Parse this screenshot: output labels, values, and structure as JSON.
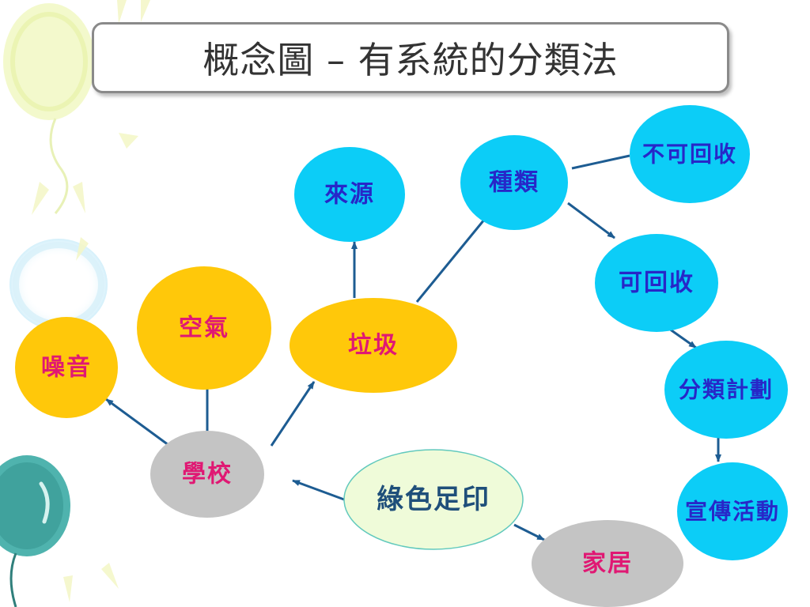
{
  "title": "概念圖 – 有系統的分類法",
  "colors": {
    "cyan_node": "#0ccdf7",
    "yellow_node": "#ffc80a",
    "gray_node": "#c4c4c4",
    "center_node": "#effbd9",
    "center_stroke": "#62c9bd",
    "arrow": "#1d5c92",
    "blue_text": "#2727c8",
    "pink_text": "#e01873",
    "title_text": "#333333",
    "border": "#8a8a8a"
  },
  "nodes": [
    {
      "id": "green-footprint",
      "label": "綠色足印",
      "kind": "center"
    },
    {
      "id": "school",
      "label": "學校",
      "kind": "gray"
    },
    {
      "id": "home",
      "label": "家居",
      "kind": "gray"
    },
    {
      "id": "noise",
      "label": "噪音",
      "kind": "yellow"
    },
    {
      "id": "air",
      "label": "空氣",
      "kind": "yellow"
    },
    {
      "id": "garbage",
      "label": "垃圾",
      "kind": "yellow"
    },
    {
      "id": "source",
      "label": "來源",
      "kind": "cyan"
    },
    {
      "id": "types",
      "label": "種類",
      "kind": "cyan"
    },
    {
      "id": "non-recyclable",
      "label": "不可回收",
      "kind": "cyan"
    },
    {
      "id": "recyclable",
      "label": "可回收",
      "kind": "cyan"
    },
    {
      "id": "sorting-plan",
      "label": "分類計劃",
      "kind": "cyan"
    },
    {
      "id": "promotion",
      "label": "宣傳活動",
      "kind": "cyan"
    }
  ],
  "edges": [
    {
      "from": "green-footprint",
      "to": "school",
      "arrow": true
    },
    {
      "from": "green-footprint",
      "to": "home",
      "arrow": true
    },
    {
      "from": "school",
      "to": "noise",
      "arrow": true
    },
    {
      "from": "school",
      "to": "air",
      "arrow": false
    },
    {
      "from": "school",
      "to": "garbage",
      "arrow": true
    },
    {
      "from": "garbage",
      "to": "source",
      "arrow": true
    },
    {
      "from": "garbage",
      "to": "types",
      "arrow": true
    },
    {
      "from": "types",
      "to": "non-recyclable",
      "arrow": false
    },
    {
      "from": "types",
      "to": "recyclable",
      "arrow": true
    },
    {
      "from": "recyclable",
      "to": "sorting-plan",
      "arrow": true
    },
    {
      "from": "sorting-plan",
      "to": "promotion",
      "arrow": true
    }
  ]
}
